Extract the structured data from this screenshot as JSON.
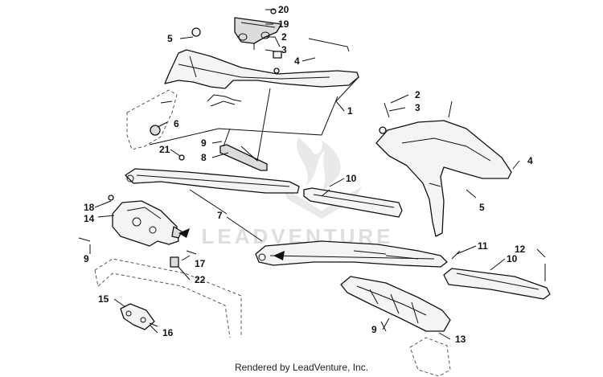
{
  "watermark": {
    "text": "LEADVENTURE",
    "logo_icon": "flame-logo-icon"
  },
  "footer": {
    "text": "Rendered by LeadVenture, Inc."
  },
  "callouts": {
    "c1": "1",
    "c2a": "2",
    "c2b": "2",
    "c3a": "3",
    "c3b": "3",
    "c4a": "4",
    "c4b": "4",
    "c5a": "5",
    "c5b": "5",
    "c6": "6",
    "c7": "7",
    "c8": "8",
    "c9a": "9",
    "c9b": "9",
    "c9c": "9",
    "c10a": "10",
    "c10b": "10",
    "c11": "11",
    "c12": "12",
    "c13": "13",
    "c14": "14",
    "c15": "15",
    "c16": "16",
    "c17": "17",
    "c18": "18",
    "c19": "19",
    "c20": "20",
    "c21": "21",
    "c22": "22"
  }
}
